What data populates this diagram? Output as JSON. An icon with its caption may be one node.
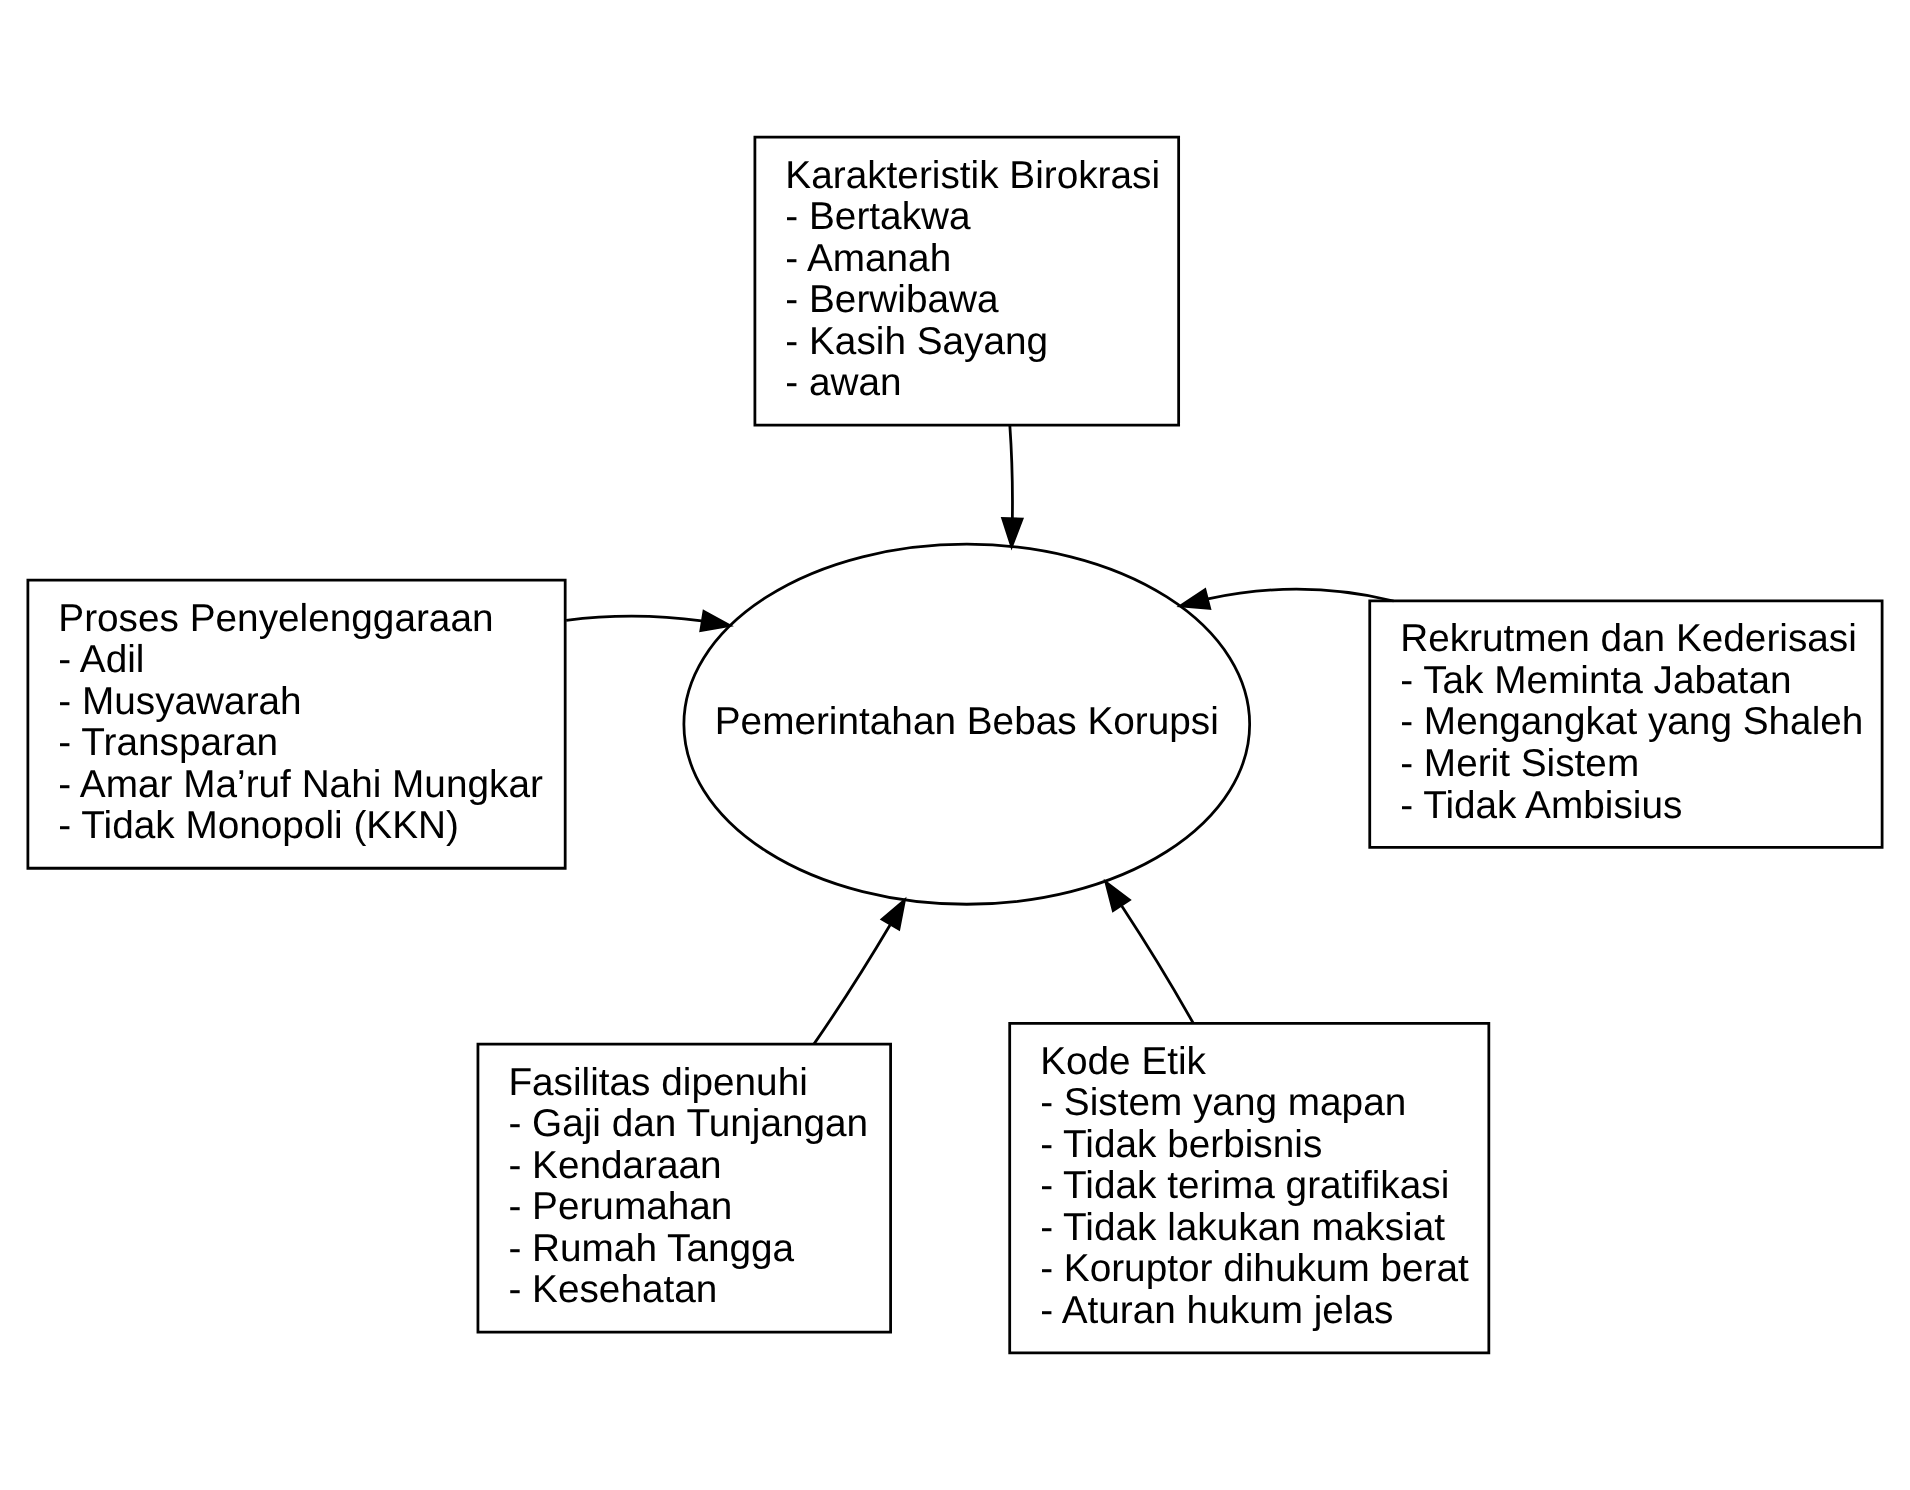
{
  "diagram": {
    "nodes": [
      {
        "text": [
          "Karakteristik Birokrasi",
          "- Bertakwa",
          "- Amanah",
          "- Berwibawa",
          "- Kasih Sayang",
          "- awan"
        ]
      },
      {
        "text": [
          "Proses Penyelenggaraan",
          "- Adil",
          "- Musyawarah",
          "- Transparan",
          "- Amar Ma’ruf Nahi Mungkar",
          "- Tidak Monopoli (KKN)"
        ]
      },
      {
        "text": [
          "Pemerintahan Bebas Korupsi"
        ]
      },
      {
        "text": [
          "Rekrutmen dan Kederisasi",
          "- Tak Meminta Jabatan",
          "- Mengangkat yang Shaleh",
          "- Merit Sistem",
          "- Tidak Ambisius"
        ]
      },
      {
        "text": [
          "Fasilitas dipenuhi",
          "- Gaji dan Tunjangan",
          "- Kendaraan",
          "- Perumahan",
          "- Rumah Tangga",
          "- Kesehatan"
        ]
      },
      {
        "text": [
          "Kode Etik",
          "- Sistem yang mapan",
          "- Tidak berbisnis",
          "- Tidak terima gratifikasi",
          "- Tidak lakukan maksiat",
          "- Koruptor dihukum berat",
          "- Aturan hukum jelas"
        ]
      }
    ],
    "edges": [
      {
        "from": 0,
        "to": 2,
        "arrow": "to"
      },
      {
        "from": 1,
        "to": 2,
        "arrow": "to"
      },
      {
        "from": 3,
        "to": 2,
        "arrow": "to"
      },
      {
        "from": 4,
        "to": 2,
        "arrow": "to"
      },
      {
        "from": 5,
        "to": 2,
        "arrow": "to"
      }
    ]
  }
}
